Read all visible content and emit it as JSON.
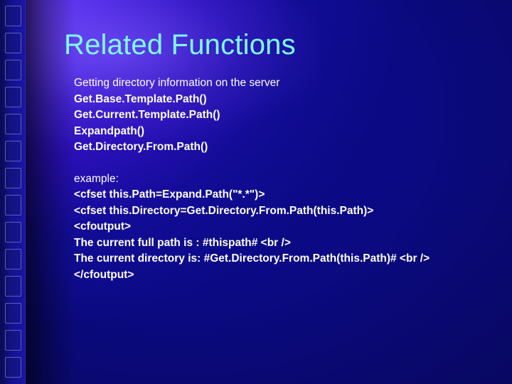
{
  "slide": {
    "title": "Related Functions",
    "colors": {
      "title": "#7efcff",
      "body_text": "#ffffff",
      "background_deep": "#0b0a84",
      "background_glow": "#6a3bff"
    },
    "intro_lines": [
      {
        "text": "Getting directory information on the server",
        "bold": false
      },
      {
        "text": "Get.Base.Template.Path()",
        "bold": true
      },
      {
        "text": "Get.Current.Template.Path()",
        "bold": true
      },
      {
        "text": "Expandpath()",
        "bold": true
      },
      {
        "text": "Get.Directory.From.Path()",
        "bold": true
      }
    ],
    "example_lines": [
      {
        "text": "example:",
        "bold": false
      },
      {
        "text": "<cfset this.Path=Expand.Path(\"*.*\")>",
        "bold": true
      },
      {
        "text": "<cfset this.Directory=Get.Directory.From.Path(this.Path)>",
        "bold": true
      },
      {
        "text": "<cfoutput>",
        "bold": true
      },
      {
        "text": "The current full path is : #thispath# <br />",
        "bold": true
      },
      {
        "text": "The current directory is: #Get.Directory.From.Path(this.Path)# <br />",
        "bold": true
      },
      {
        "text": "</cfoutput>",
        "bold": true
      }
    ]
  }
}
